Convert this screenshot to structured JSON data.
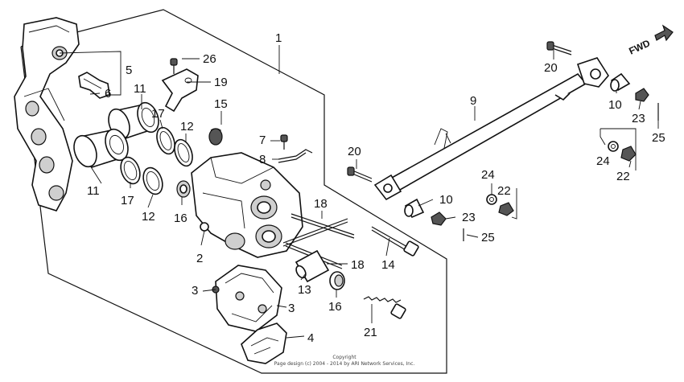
{
  "direction_label": "FWD",
  "copyright_line1": "Copyright",
  "copyright_line2": "Page design (c) 2004 - 2014 by ARI Network Services, Inc.",
  "callouts": {
    "c1": "1",
    "c2": "2",
    "c3a": "3",
    "c3b": "3",
    "c4": "4",
    "c5": "5",
    "c6": "6",
    "c7": "7",
    "c8": "8",
    "c9": "9",
    "c10a": "10",
    "c10b": "10",
    "c11a": "11",
    "c11b": "11",
    "c12a": "12",
    "c12b": "12",
    "c13": "13",
    "c14": "14",
    "c15": "15",
    "c16a": "16",
    "c16b": "16",
    "c17a": "17",
    "c17b": "17",
    "c18a": "18",
    "c18b": "18",
    "c19": "19",
    "c20a": "20",
    "c20b": "20",
    "c21": "21",
    "c22a": "22",
    "c22b": "22",
    "c23a": "23",
    "c23b": "23",
    "c24a": "24",
    "c24b": "24",
    "c25a": "25",
    "c25b": "25",
    "c26": "26"
  }
}
